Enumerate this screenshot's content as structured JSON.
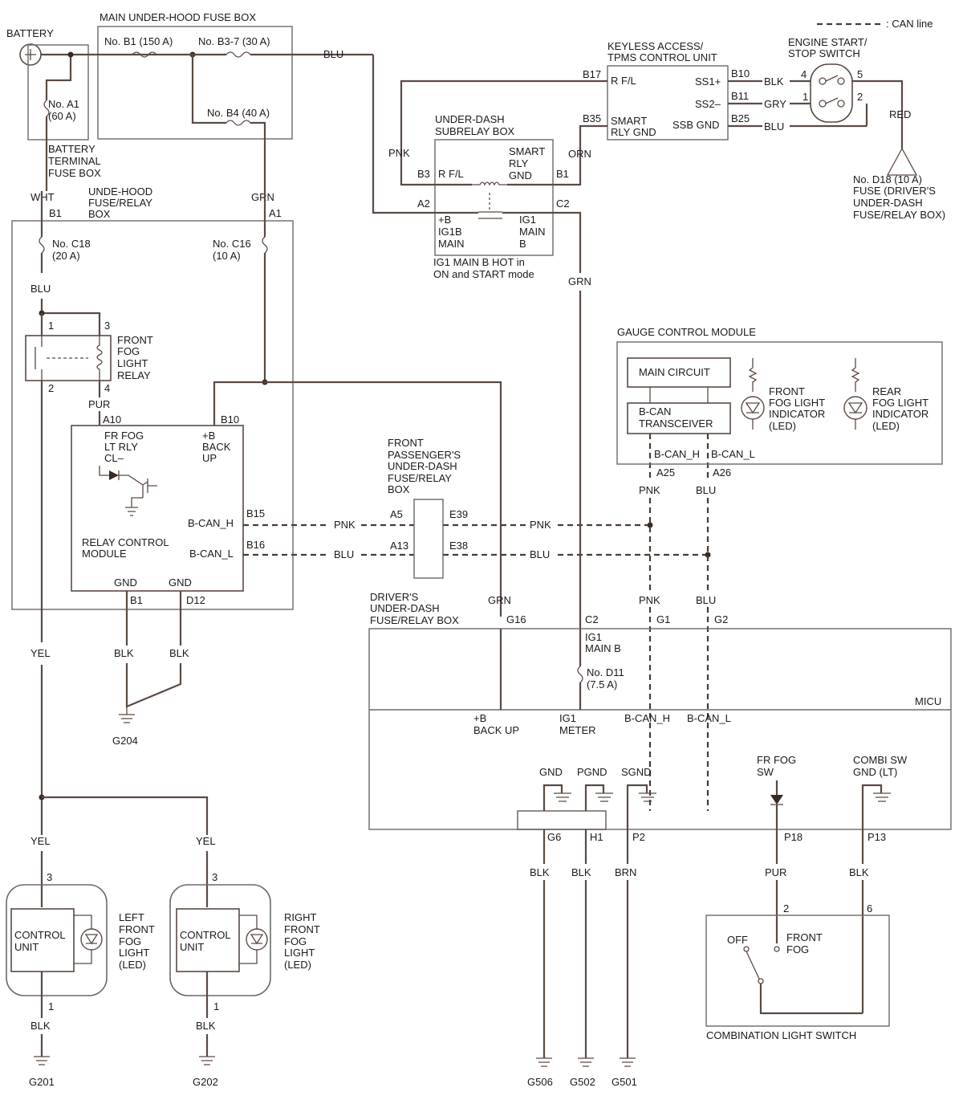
{
  "legend": {
    "can_line": ": CAN line"
  },
  "battery": {
    "label": "BATTERY"
  },
  "main_fuse_box": {
    "title": "MAIN UNDER-HOOD FUSE BOX",
    "b1": "No. B1 (150 A)",
    "b3_7": "No. B3-7 (30 A)",
    "b4": "No. B4 (40 A)"
  },
  "battery_terminal_fuse_box": {
    "a1_line1": "No. A1",
    "a1_line2": "(60 A)",
    "title_line1": "BATTERY",
    "title_line2": "TERMINAL",
    "title_line3": "FUSE BOX"
  },
  "underhood_relay_box": {
    "title_line1": "UNDE-HOOD",
    "title_line2": "FUSE/RELAY",
    "title_line3": "BOX",
    "b1": "B1",
    "a1": "A1",
    "c18_line1": "No. C18",
    "c18_line2": "(20 A)",
    "c16_line1": "No. C16",
    "c16_line2": "(10 A)",
    "relay_line1": "FRONT",
    "relay_line2": "FOG",
    "relay_line3": "LIGHT",
    "relay_line4": "RELAY",
    "pin1": "1",
    "pin2": "2",
    "pin3": "3",
    "pin4": "4",
    "a10": "A10",
    "b10": "B10",
    "module_title_line1": "RELAY CONTROL",
    "module_title_line2": "MODULE",
    "frfog_line1": "FR FOG",
    "frfog_line2": "LT RLY",
    "frfog_line3": "CL–",
    "backup_line1": "+B",
    "backup_line2": "BACK",
    "backup_line3": "UP",
    "bcan_h": "B-CAN_H",
    "bcan_l": "B-CAN_L",
    "b15": "B15",
    "b16": "B16",
    "gnd1": "GND",
    "gnd2": "GND",
    "pin_b1": "B1",
    "pin_d12": "D12"
  },
  "keyless": {
    "title_line1": "KEYLESS ACCESS/",
    "title_line2": "TPMS CONTROL UNIT",
    "b17": "B17",
    "rfl": "R F/L",
    "b35": "B35",
    "smart_line1": "SMART",
    "smart_line2": "RLY GND",
    "ss1": "SS1+",
    "ss2": "SS2–",
    "ssbgnd": "SSB GND",
    "b10": "B10",
    "b11": "B11",
    "b25": "B25"
  },
  "start_switch": {
    "title_line1": "ENGINE START/",
    "title_line2": "STOP SWITCH",
    "pin4": "4",
    "pin5": "5",
    "pin1": "1",
    "pin2": "2"
  },
  "fuse_d18": {
    "line1": "No. D18 (10 A)",
    "line2": "FUSE (DRIVER'S",
    "line3": "UNDER-DASH",
    "line4": "FUSE/RELAY BOX)"
  },
  "subrelay": {
    "title_line1": "UNDER-DASH",
    "title_line2": "SUBRELAY BOX",
    "smart_line1": "SMART",
    "smart_line2": "RLY",
    "smart_line3": "GND",
    "b3": "B3",
    "rfl": "R F/L",
    "b1": "B1",
    "a2": "A2",
    "c2": "C2",
    "ig1b_line1": "+B",
    "ig1b_line2": "IG1B",
    "ig1b_line3": "MAIN",
    "ig1_line1": "IG1",
    "ig1_line2": "MAIN",
    "ig1_line3": "B",
    "note_line1": "IG1 MAIN B HOT in",
    "note_line2": "ON and START mode"
  },
  "gauge": {
    "title": "GAUGE CONTROL MODULE",
    "main_circuit": "MAIN CIRCUIT",
    "bcan_line1": "B-CAN",
    "bcan_line2": "TRANSCEIVER",
    "front_line1": "FRONT",
    "front_line2": "FOG LIGHT",
    "front_line3": "INDICATOR",
    "front_line4": "(LED)",
    "rear_line1": "REAR",
    "rear_line2": "FOG LIGHT",
    "rear_line3": "INDICATOR",
    "rear_line4": "(LED)",
    "bcan_h": "B-CAN_H",
    "bcan_l": "B-CAN_L",
    "a25": "A25",
    "a26": "A26"
  },
  "passenger_box": {
    "title_line1": "FRONT",
    "title_line2": "PASSENGER'S",
    "title_line3": "UNDER-DASH",
    "title_line4": "FUSE/RELAY",
    "title_line5": "BOX",
    "a5": "A5",
    "e39": "E39",
    "a13": "A13",
    "e38": "E38"
  },
  "driver_box": {
    "title_line1": "DRIVER'S",
    "title_line2": "UNDER-DASH",
    "title_line3": "FUSE/RELAY BOX",
    "g16": "G16",
    "c2": "C2",
    "g1": "G1",
    "g2": "G2",
    "ig1main_line1": "IG1",
    "ig1main_line2": "MAIN B",
    "d11_line1": "No. D11",
    "d11_line2": "(7.5 A)",
    "micu": "MICU",
    "backup_line1": "+B",
    "backup_line2": "BACK UP",
    "ig1meter_line1": "IG1",
    "ig1meter_line2": "METER",
    "bcan_h": "B-CAN_H",
    "bcan_l": "B-CAN_L",
    "gnd": "GND",
    "pgnd": "PGND",
    "sgnd": "SGND",
    "frfog_line1": "FR FOG",
    "frfog_line2": "SW",
    "combi_line1": "COMBI SW",
    "combi_line2": "GND (LT)",
    "g6": "G6",
    "h1": "H1",
    "p2": "P2",
    "p18": "P18",
    "p13": "P13"
  },
  "wires": {
    "blu": "BLU",
    "wht": "WHT",
    "grn": "GRN",
    "pnk": "PNK",
    "orn": "ORN",
    "blk": "BLK",
    "gry": "GRY",
    "red": "RED",
    "pur": "PUR",
    "yel": "YEL",
    "brn": "BRN"
  },
  "grounds": {
    "g204": "G204",
    "g201": "G201",
    "g202": "G202",
    "g506": "G506",
    "g502": "G502",
    "g501": "G501"
  },
  "left_light": {
    "control_line1": "CONTROL",
    "control_line2": "UNIT",
    "title_line1": "LEFT",
    "title_line2": "FRONT",
    "title_line3": "FOG",
    "title_line4": "LIGHT",
    "title_line5": "(LED)",
    "pin3": "3",
    "pin1": "1"
  },
  "right_light": {
    "control_line1": "CONTROL",
    "control_line2": "UNIT",
    "title_line1": "RIGHT",
    "title_line2": "FRONT",
    "title_line3": "FOG",
    "title_line4": "LIGHT",
    "title_line5": "(LED)",
    "pin3": "3",
    "pin1": "1"
  },
  "combi_switch": {
    "title": "COMBINATION LIGHT SWITCH",
    "off": "OFF",
    "front_line1": "FRONT",
    "front_line2": "FOG",
    "pin2": "2",
    "pin6": "6"
  }
}
